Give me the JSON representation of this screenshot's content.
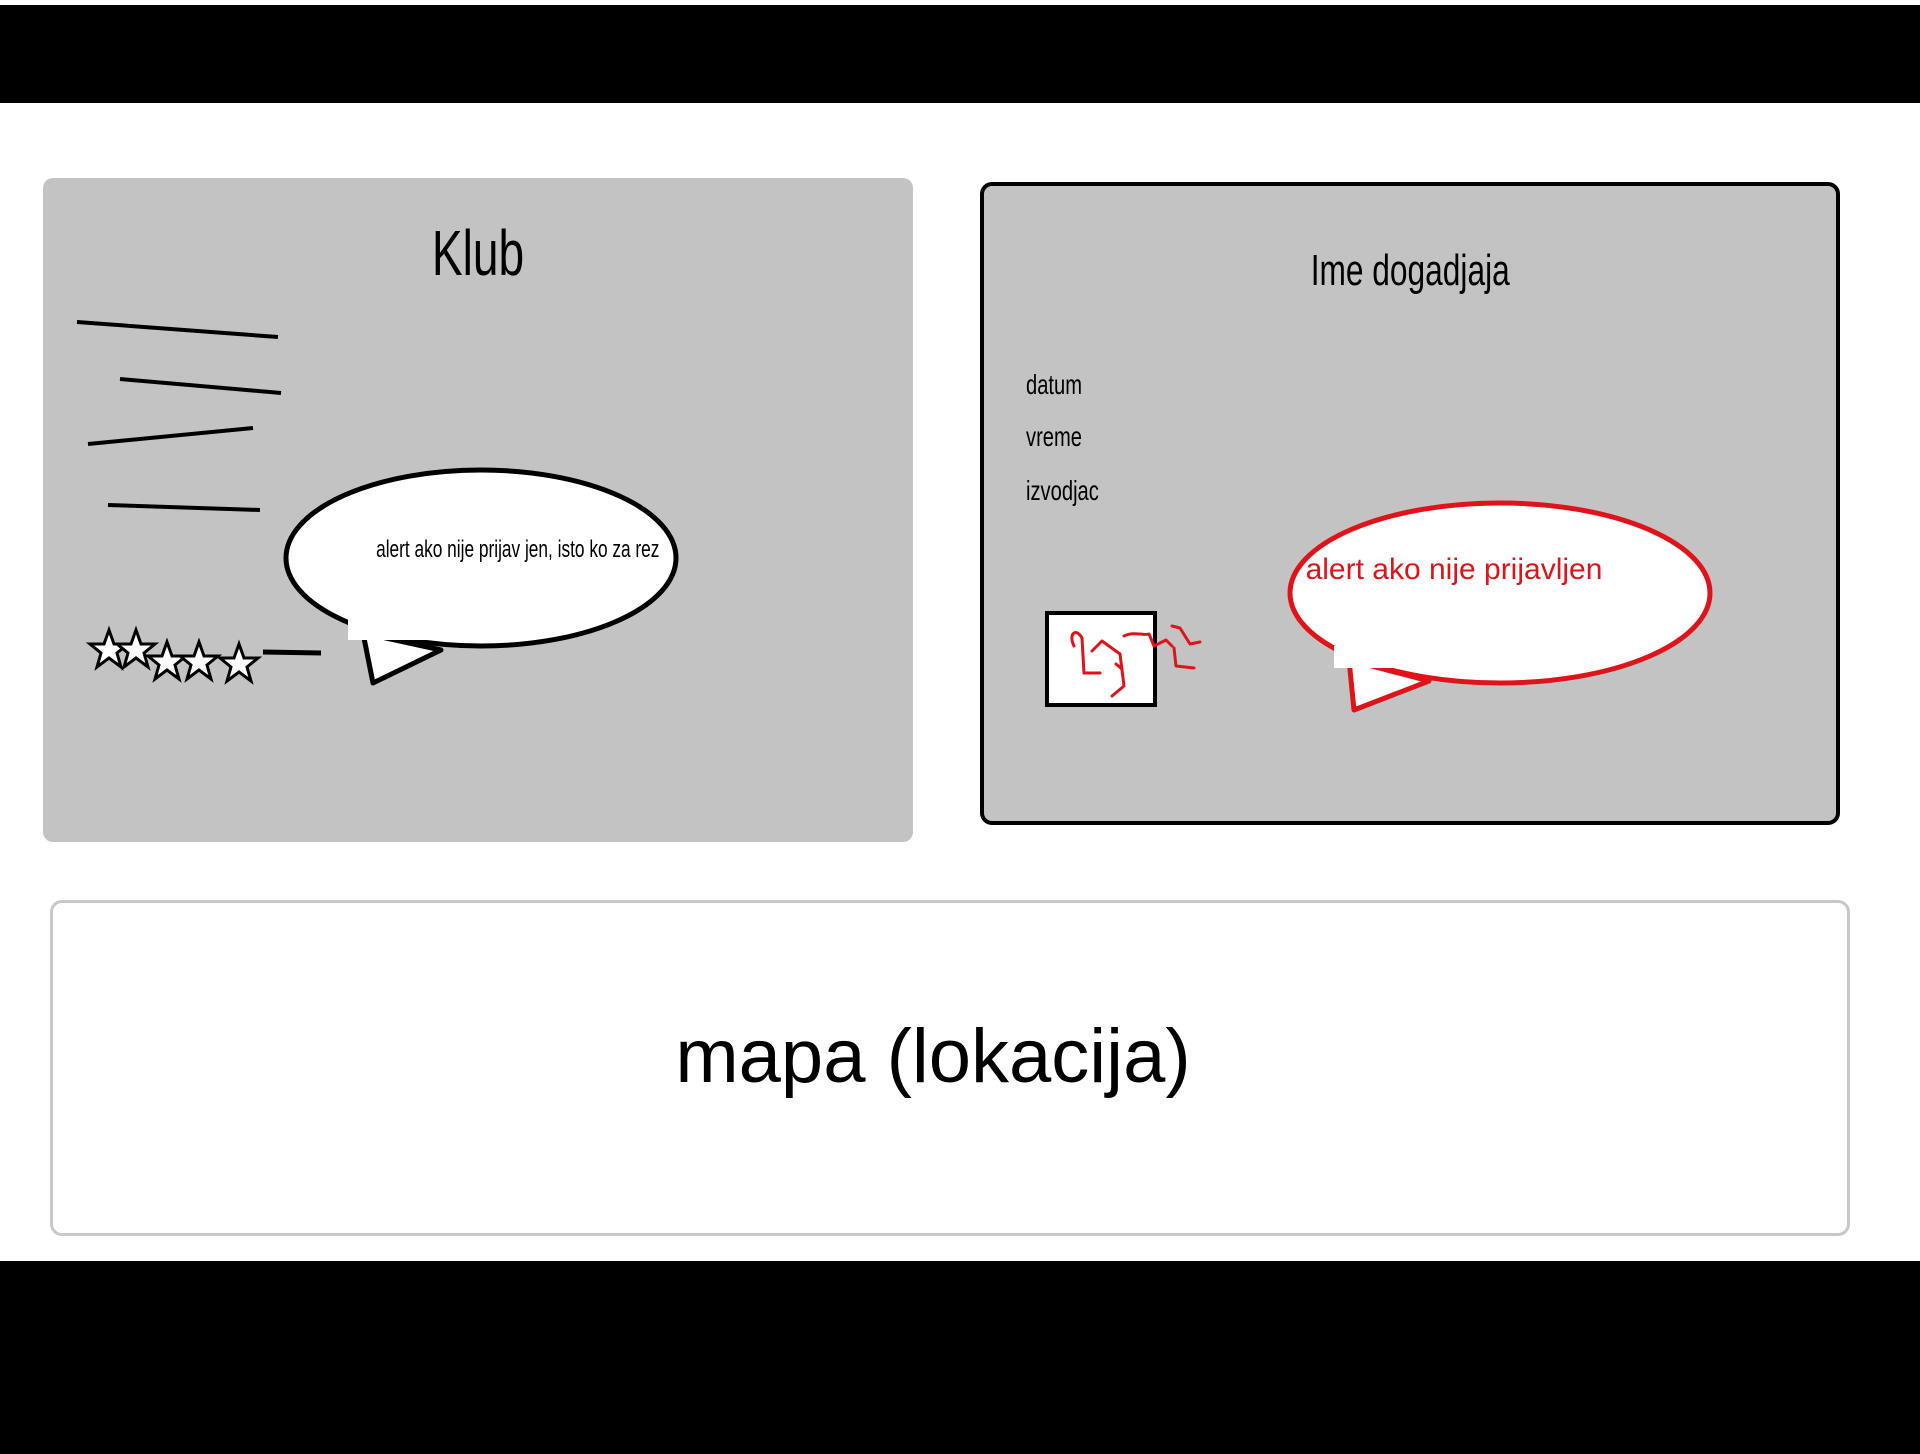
{
  "club": {
    "title": "Klub",
    "alert_note": "alert ako nije prijav jen, isto ko za rez",
    "rating_icon": "star-icon",
    "rating_star_count": 5
  },
  "event": {
    "title": "Ime dogadjaja",
    "fields": [
      "datum",
      "vreme",
      "izvodjac"
    ],
    "alert_note": "alert ako nije prijavljen",
    "note_color": "#e0131b"
  },
  "map": {
    "label": "mapa (lokacija)"
  }
}
